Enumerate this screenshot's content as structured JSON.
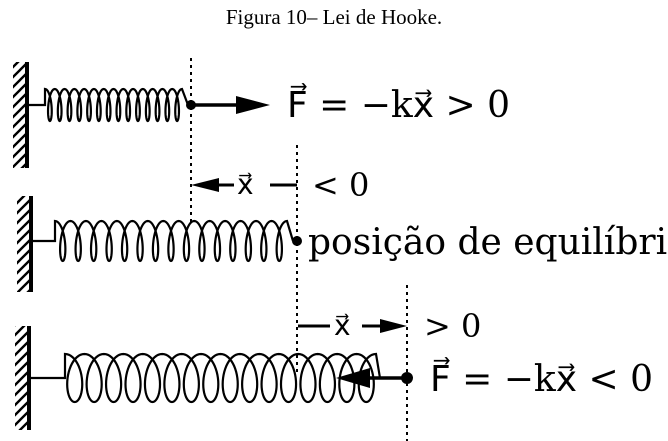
{
  "caption": "Figura 10– Lei de Hooke.",
  "rows": [
    {
      "force_label": "F⃗ = −kx⃗ > 0"
    },
    {
      "displacement_label": "x⃗",
      "displacement_sign": "< 0",
      "equilibrium_label": "posição de equilíbrio"
    },
    {
      "displacement_label": "x⃗",
      "displacement_sign": "> 0",
      "force_label": "F⃗ = −kx⃗ < 0"
    }
  ]
}
